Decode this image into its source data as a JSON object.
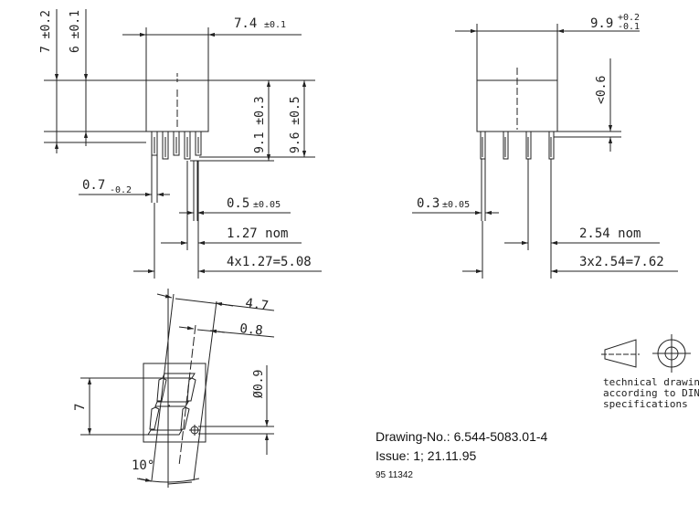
{
  "dims": {
    "front_height_outer": "7 ±0.2",
    "front_height_inner": "6 ±0.1",
    "front_width": "7.4",
    "front_width_tol": "±0.1",
    "front_h1": "9.1 ±0.3",
    "front_h2": "9.6 ±0.5",
    "pin_width": "0.7",
    "pin_width_tol": "-0.2",
    "pin_thick": "0.5",
    "pin_thick_tol": "±0.05",
    "pitch_front": "1.27 nom",
    "span_front": "4x1.27=5.08",
    "side_width": "9.9",
    "side_width_tol_plus": "+0.2",
    "side_width_tol_minus": "-0.1",
    "side_offset": "<0.6",
    "side_pin": "0.3",
    "side_pin_tol": "±0.05",
    "pitch_side": "2.54  nom",
    "span_side": "3x2.54=7.62",
    "digit_width": "4.7",
    "seg_width": "0.8",
    "dp_dia": "Ø0.9",
    "digit_height": "7",
    "slant": "10°"
  },
  "din_note": [
    "technical drawings",
    "according to DIN",
    "specifications"
  ],
  "drawing_no": "Drawing-No.: 6.544-5083.01-4",
  "issue": "Issue: 1; 21.11.95",
  "code": "95 11342"
}
